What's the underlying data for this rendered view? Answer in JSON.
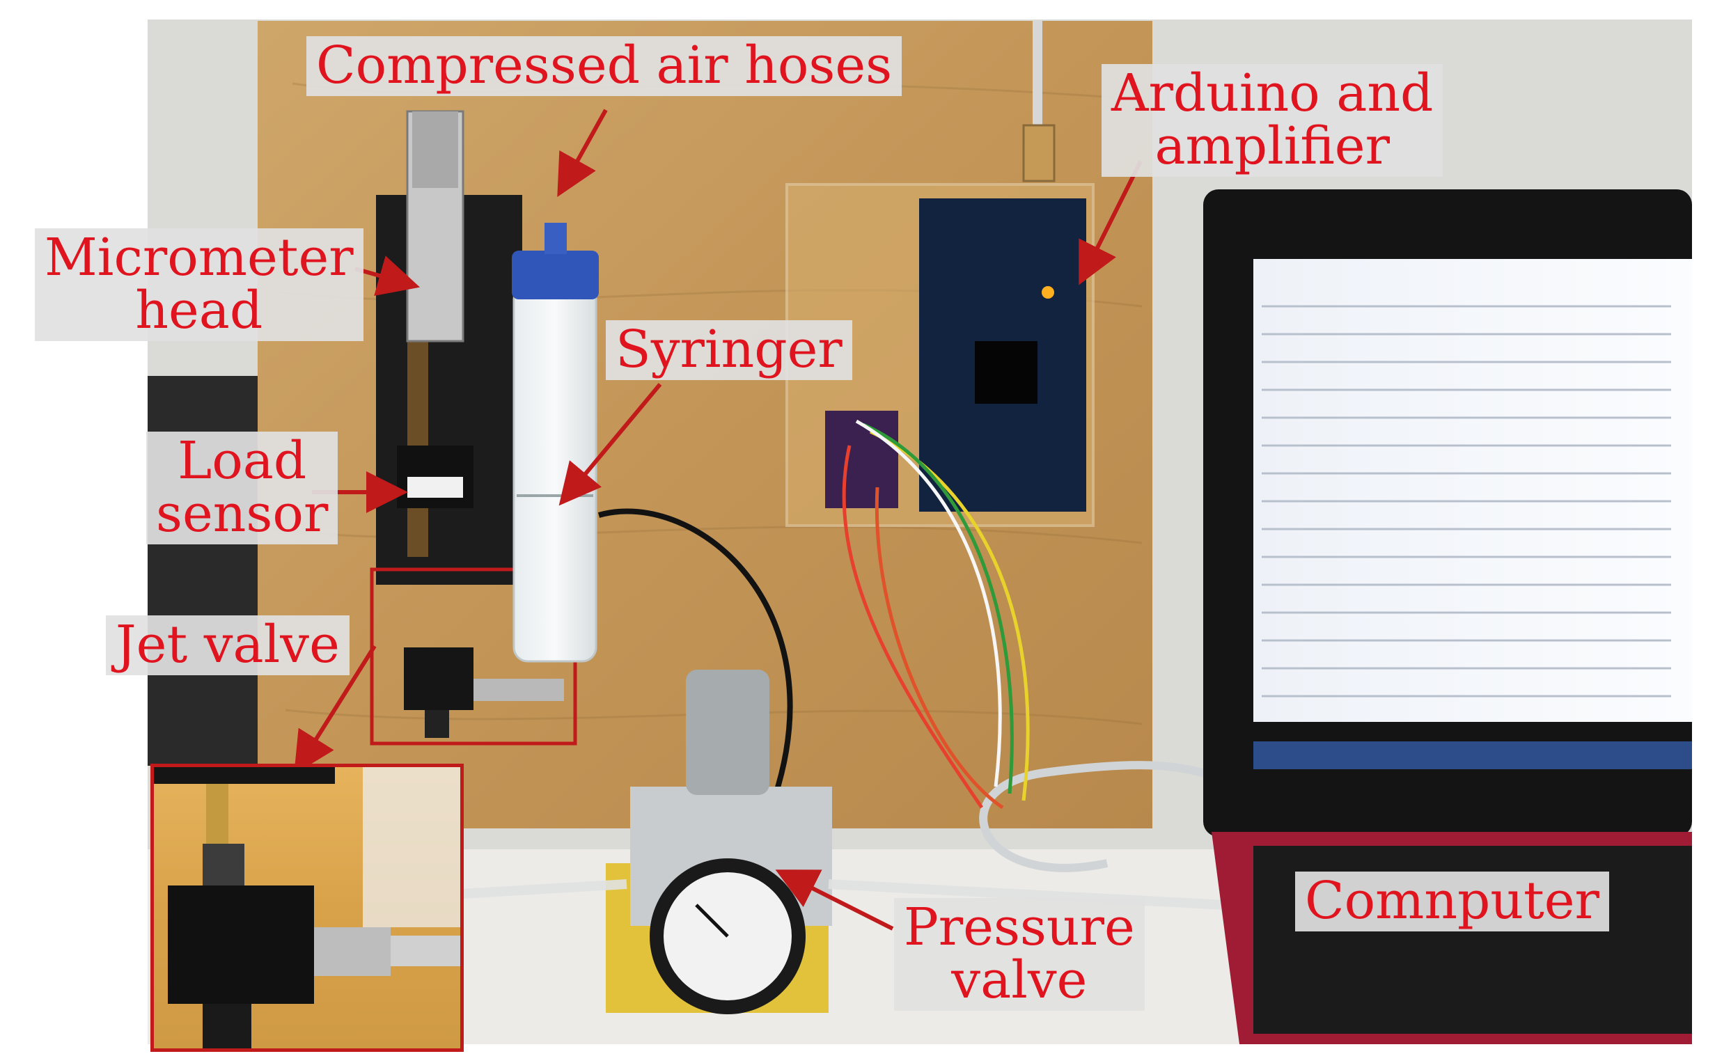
{
  "labels": {
    "compressed_air_hoses": "Compressed air hoses",
    "arduino_line1": "Arduino and",
    "arduino_line2": "amplifier",
    "micrometer_line1": "Micrometer",
    "micrometer_line2": "head",
    "syringer": "Syringer",
    "load_line1": "Load",
    "load_line2": "sensor",
    "jet_valve": "Jet valve",
    "computer": "Comnputer",
    "pressure_line1": "Pressure",
    "pressure_line2": "valve"
  },
  "colors": {
    "label_text": "#e0141e",
    "label_bg": "#e1e1e1",
    "arrow": "#c01a1a",
    "board": "#c9a064",
    "backdrop": "#d9d9d6",
    "screen": "#f4f6fb",
    "laptop_body": "#1a1a1a"
  }
}
